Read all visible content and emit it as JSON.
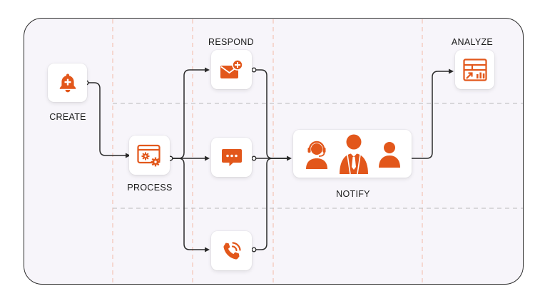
{
  "colors": {
    "accent": "#e2571b",
    "line": "#2a2a2a",
    "guide": "#f3b9a5",
    "dash": "#b9b9b9"
  },
  "nodes": {
    "create": {
      "label": "CREATE",
      "icon": "bell-plus-icon"
    },
    "process": {
      "label": "PROCESS",
      "icon": "window-gears-icon"
    },
    "respond_email": {
      "icon": "envelope-plus-icon"
    },
    "respond_chat": {
      "icon": "chat-bubble-icon"
    },
    "respond_call": {
      "icon": "phone-call-icon"
    },
    "respond_label": "RESPOND",
    "notify": {
      "label": "NOTIFY",
      "icons": [
        "headset-agent-icon",
        "manager-icon",
        "user-icon"
      ]
    },
    "analyze": {
      "label": "ANALYZE",
      "icon": "dashboard-chart-icon"
    }
  }
}
